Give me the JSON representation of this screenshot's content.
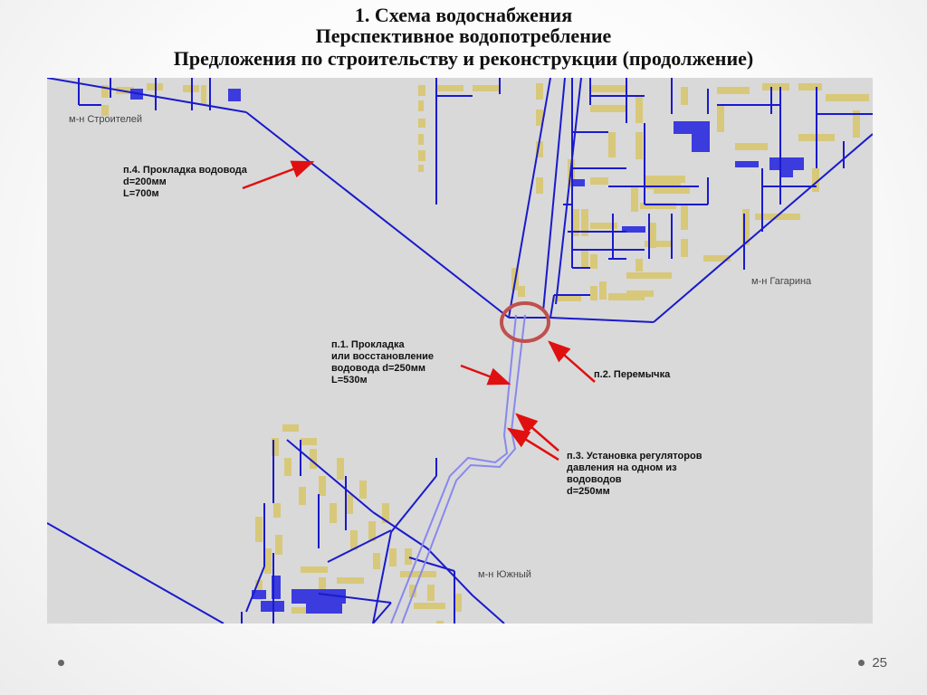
{
  "title": {
    "line1": "1. Схема водоснабжения",
    "line2": "Перспективное водопотребление",
    "line3": "Предложения по строительству и реконструкции (продолжение)"
  },
  "map": {
    "districts": {
      "stroiteley": "м-н Строителей",
      "gagarina": "м-н Гагарина",
      "yuzhny": "м-н Южный"
    },
    "annotations": {
      "p1": "п.1. Прокладка\nили восстановление\nводовода d=250мм\nL=530м",
      "p2": "п.2. Перемычка",
      "p3": "п.3. Установка регуляторов\nдавления на одном из\nводоводов\nd=250мм",
      "p4": "п.4. Прокладка водовода\nd=200мм\nL=700м"
    },
    "colors": {
      "background": "#d9d9d9",
      "pipe": "#1a1acc",
      "proposed_pipe": "#8888ee",
      "building": "#d8c87a",
      "public_building": "#3b3bde",
      "arrow": "#e01010",
      "circle": "#c0504d"
    }
  },
  "page_number": "25"
}
